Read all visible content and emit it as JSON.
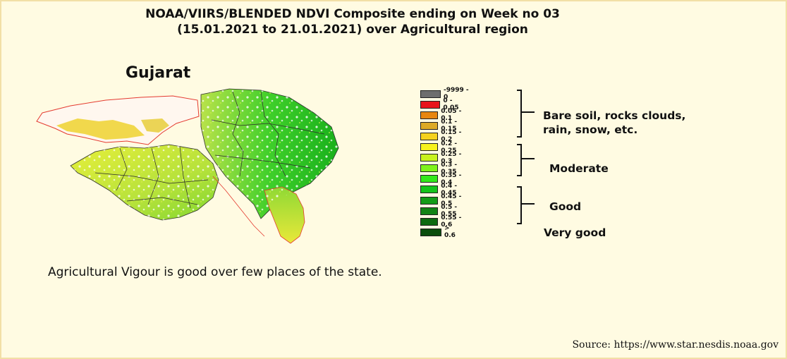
{
  "title": {
    "line1": "NOAA/VIIRS/BLENDED NDVI Composite ending on Week no 03",
    "line2": "(15.01.2021 to 21.01.2021) over Agricultural region"
  },
  "map": {
    "state_name": "Gujarat"
  },
  "legend": {
    "items": [
      {
        "label": "-9999 - 0",
        "color": "#6e6e6e"
      },
      {
        "label": "0 - 0.05",
        "color": "#e8141b"
      },
      {
        "label": "0.05 - 0.1",
        "color": "#e8860f"
      },
      {
        "label": "0.1 - 0.15",
        "color": "#dcaa26"
      },
      {
        "label": "0.15 - 0.2",
        "color": "#f5d21c"
      },
      {
        "label": "0.2 - 0.25",
        "color": "#f7f21d"
      },
      {
        "label": "0.25 - 0.3",
        "color": "#c8f21d"
      },
      {
        "label": "0.3 - 0.35",
        "color": "#7ff21b"
      },
      {
        "label": "0.35 - 0.4",
        "color": "#33e81a"
      },
      {
        "label": "0.4 - 0.45",
        "color": "#15c41a"
      },
      {
        "label": "0.45 - 0.5",
        "color": "#139c17"
      },
      {
        "label": "0.5 - 0.55",
        "color": "#118314"
      },
      {
        "label": "0.55 - 0.6",
        "color": "#0d6a10"
      },
      {
        "label": "> 0.6",
        "color": "#0a4d0c"
      }
    ],
    "classes": {
      "bare_line1": "Bare soil, rocks clouds,",
      "bare_line2": "rain, snow, etc.",
      "moderate": "Moderate",
      "good": "Good",
      "very_good": "Very good"
    }
  },
  "comment": "Agricultural Vigour is good over few places of the state.",
  "source": "Source:  https://www.star.nesdis.noaa.gov"
}
